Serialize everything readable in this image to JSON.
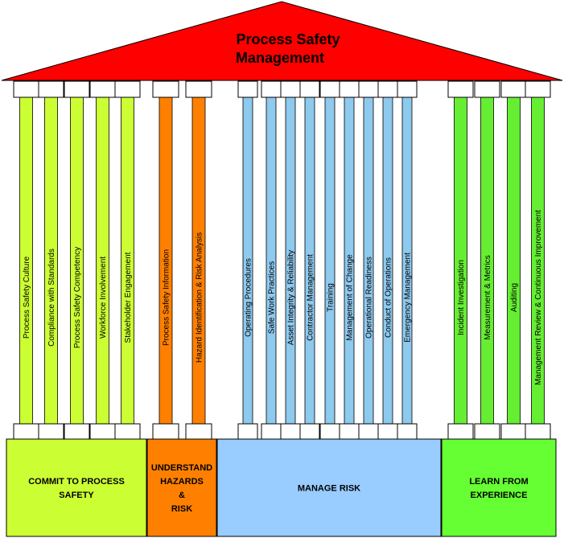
{
  "roof": {
    "title_line1": "Process Safety",
    "title_line2": "Management",
    "color": "#ff0000"
  },
  "groups": [
    {
      "id": "commit",
      "color": "#ccff33",
      "base_color": "#ccff33",
      "base_lines": [
        "COMMIT TO PROCESS",
        "SAFETY"
      ],
      "pillars": [
        "Process Safety Culture",
        "Compliance with Standards",
        "Process Safety Competency",
        "Workforce Involvement",
        "Stakeholder Engagement"
      ]
    },
    {
      "id": "understand",
      "color": "#ff8000",
      "base_color": "#ff8000",
      "base_lines": [
        "UNDERSTAND",
        "HAZARDS",
        "&",
        "RISK"
      ],
      "pillars": [
        "Process Safety Information",
        "Hazard Identification & Risk Analysis"
      ]
    },
    {
      "id": "manage",
      "color": "#8ec9ee",
      "base_color": "#99ccff",
      "base_lines": [
        "MANAGE RISK"
      ],
      "pillars": [
        "Operating Procedures",
        "Safe Work Practices",
        "Asset Integrity & Reliability",
        "Contractor Management",
        "Training",
        "Management of Change",
        "Operational Readiness",
        "Conduct of Operations",
        "Emergency Management"
      ]
    },
    {
      "id": "learn",
      "color": "#66ee33",
      "base_color": "#66ff33",
      "base_lines": [
        "LEARN FROM",
        "EXPERIENCE"
      ],
      "pillars": [
        "Incident Investigation",
        "Measurement & Metrics",
        "Auditing",
        "Management Review & Continuous Improvement"
      ]
    }
  ]
}
